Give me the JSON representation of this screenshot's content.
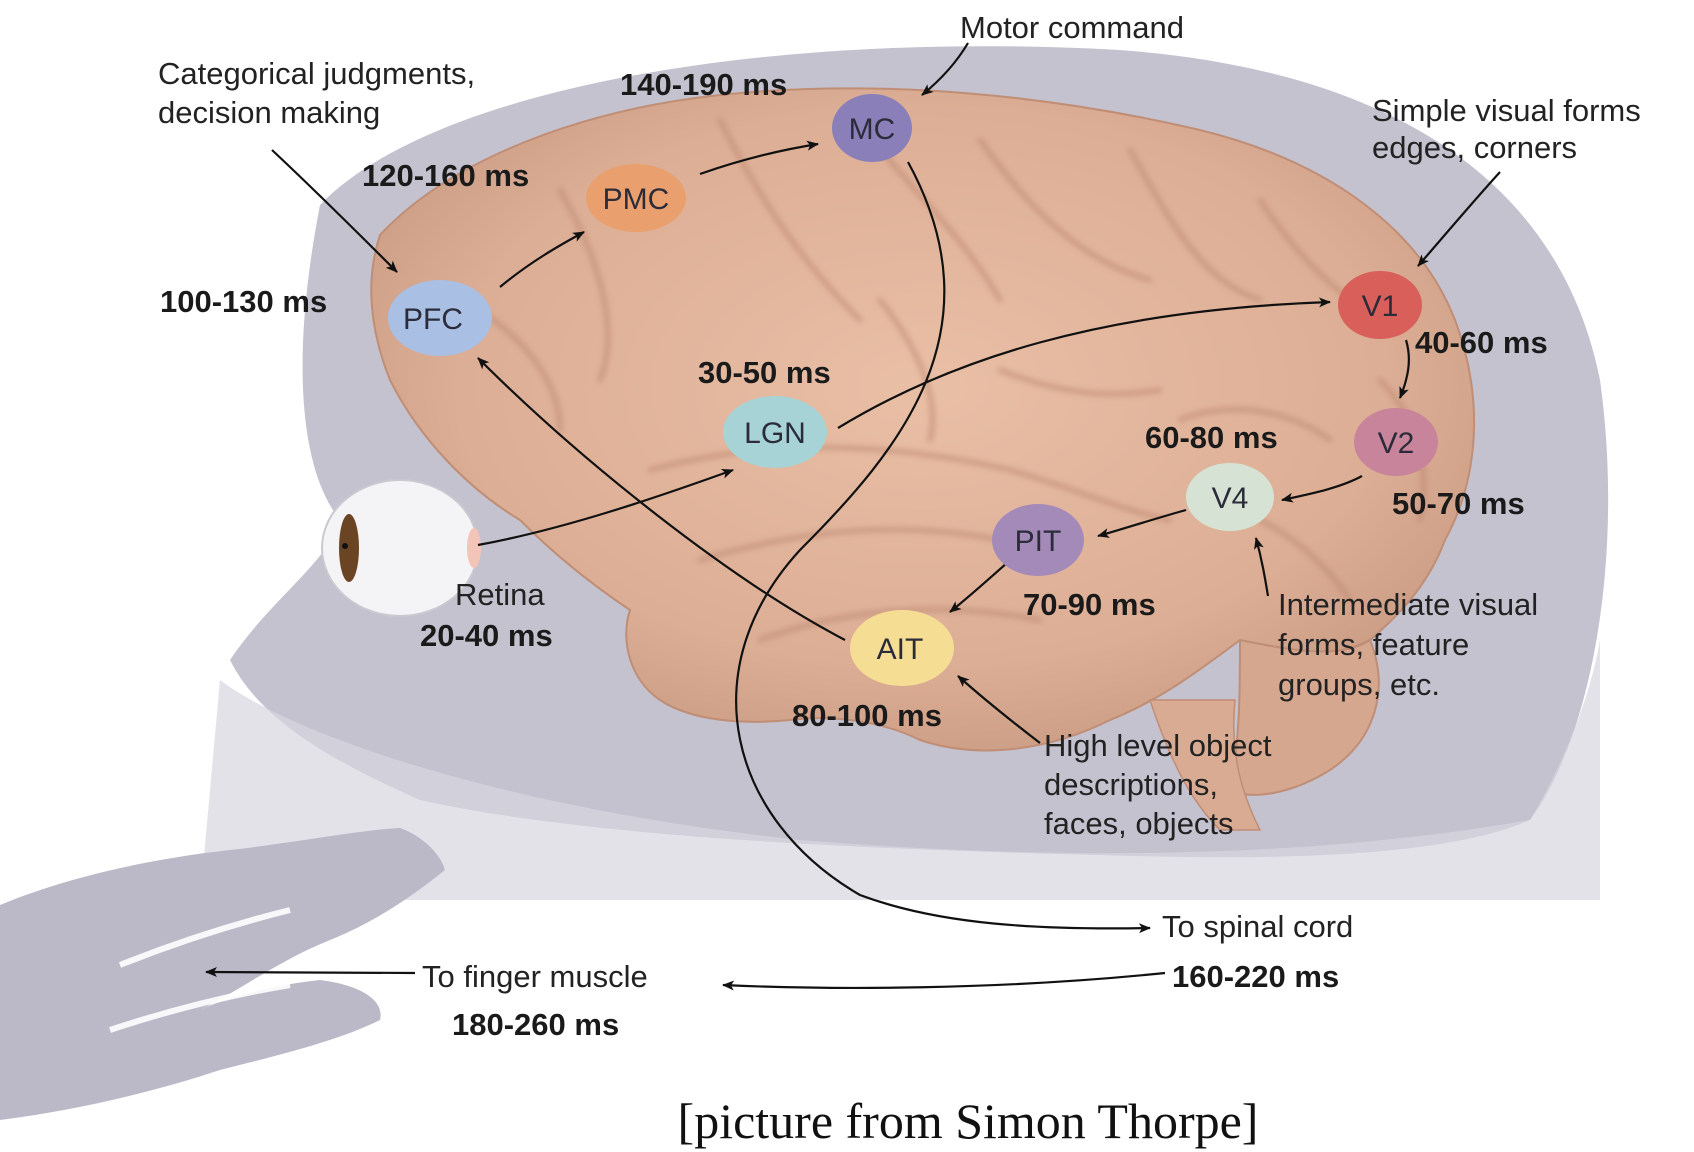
{
  "areas": {
    "mc": {
      "label": "MC",
      "timing": "140-190 ms",
      "color": "#8a7fb8"
    },
    "pmc": {
      "label": "PMC",
      "timing": "120-160 ms",
      "color": "#e9a06e"
    },
    "pfc": {
      "label": "PFC",
      "timing": "100-130 ms",
      "color": "#a9bfe3"
    },
    "lgn": {
      "label": "LGN",
      "timing": "30-50 ms",
      "color": "#a7d3d6"
    },
    "v1": {
      "label": "V1",
      "timing": "40-60 ms",
      "color": "#d9605a"
    },
    "v2": {
      "label": "V2",
      "timing": "50-70 ms",
      "color": "#c8849a"
    },
    "v4": {
      "label": "V4",
      "timing": "60-80 ms",
      "color": "#d6e3d4"
    },
    "pit": {
      "label": "PIT",
      "timing": "70-90 ms",
      "color": "#a48ab8"
    },
    "ait": {
      "label": "AIT",
      "timing": "80-100 ms",
      "color": "#f5de93"
    }
  },
  "retina": {
    "label": "Retina",
    "timing": "20-40 ms"
  },
  "descriptions": {
    "motor_command": "Motor command",
    "categorical_1": "Categorical judgments,",
    "categorical_2": "decision making",
    "simple_1": "Simple visual forms",
    "simple_2": "edges, corners",
    "intermediate_1": "Intermediate visual",
    "intermediate_2": "forms, feature",
    "intermediate_3": "groups, etc.",
    "high_1": "High level object",
    "high_2": "descriptions,",
    "high_3": "faces, objects"
  },
  "outputs": {
    "spinal_cord": "To spinal cord",
    "spinal_timing": "160-220 ms",
    "finger_muscle": "To finger muscle",
    "finger_timing": "180-260 ms"
  },
  "caption": "[picture from Simon Thorpe]"
}
